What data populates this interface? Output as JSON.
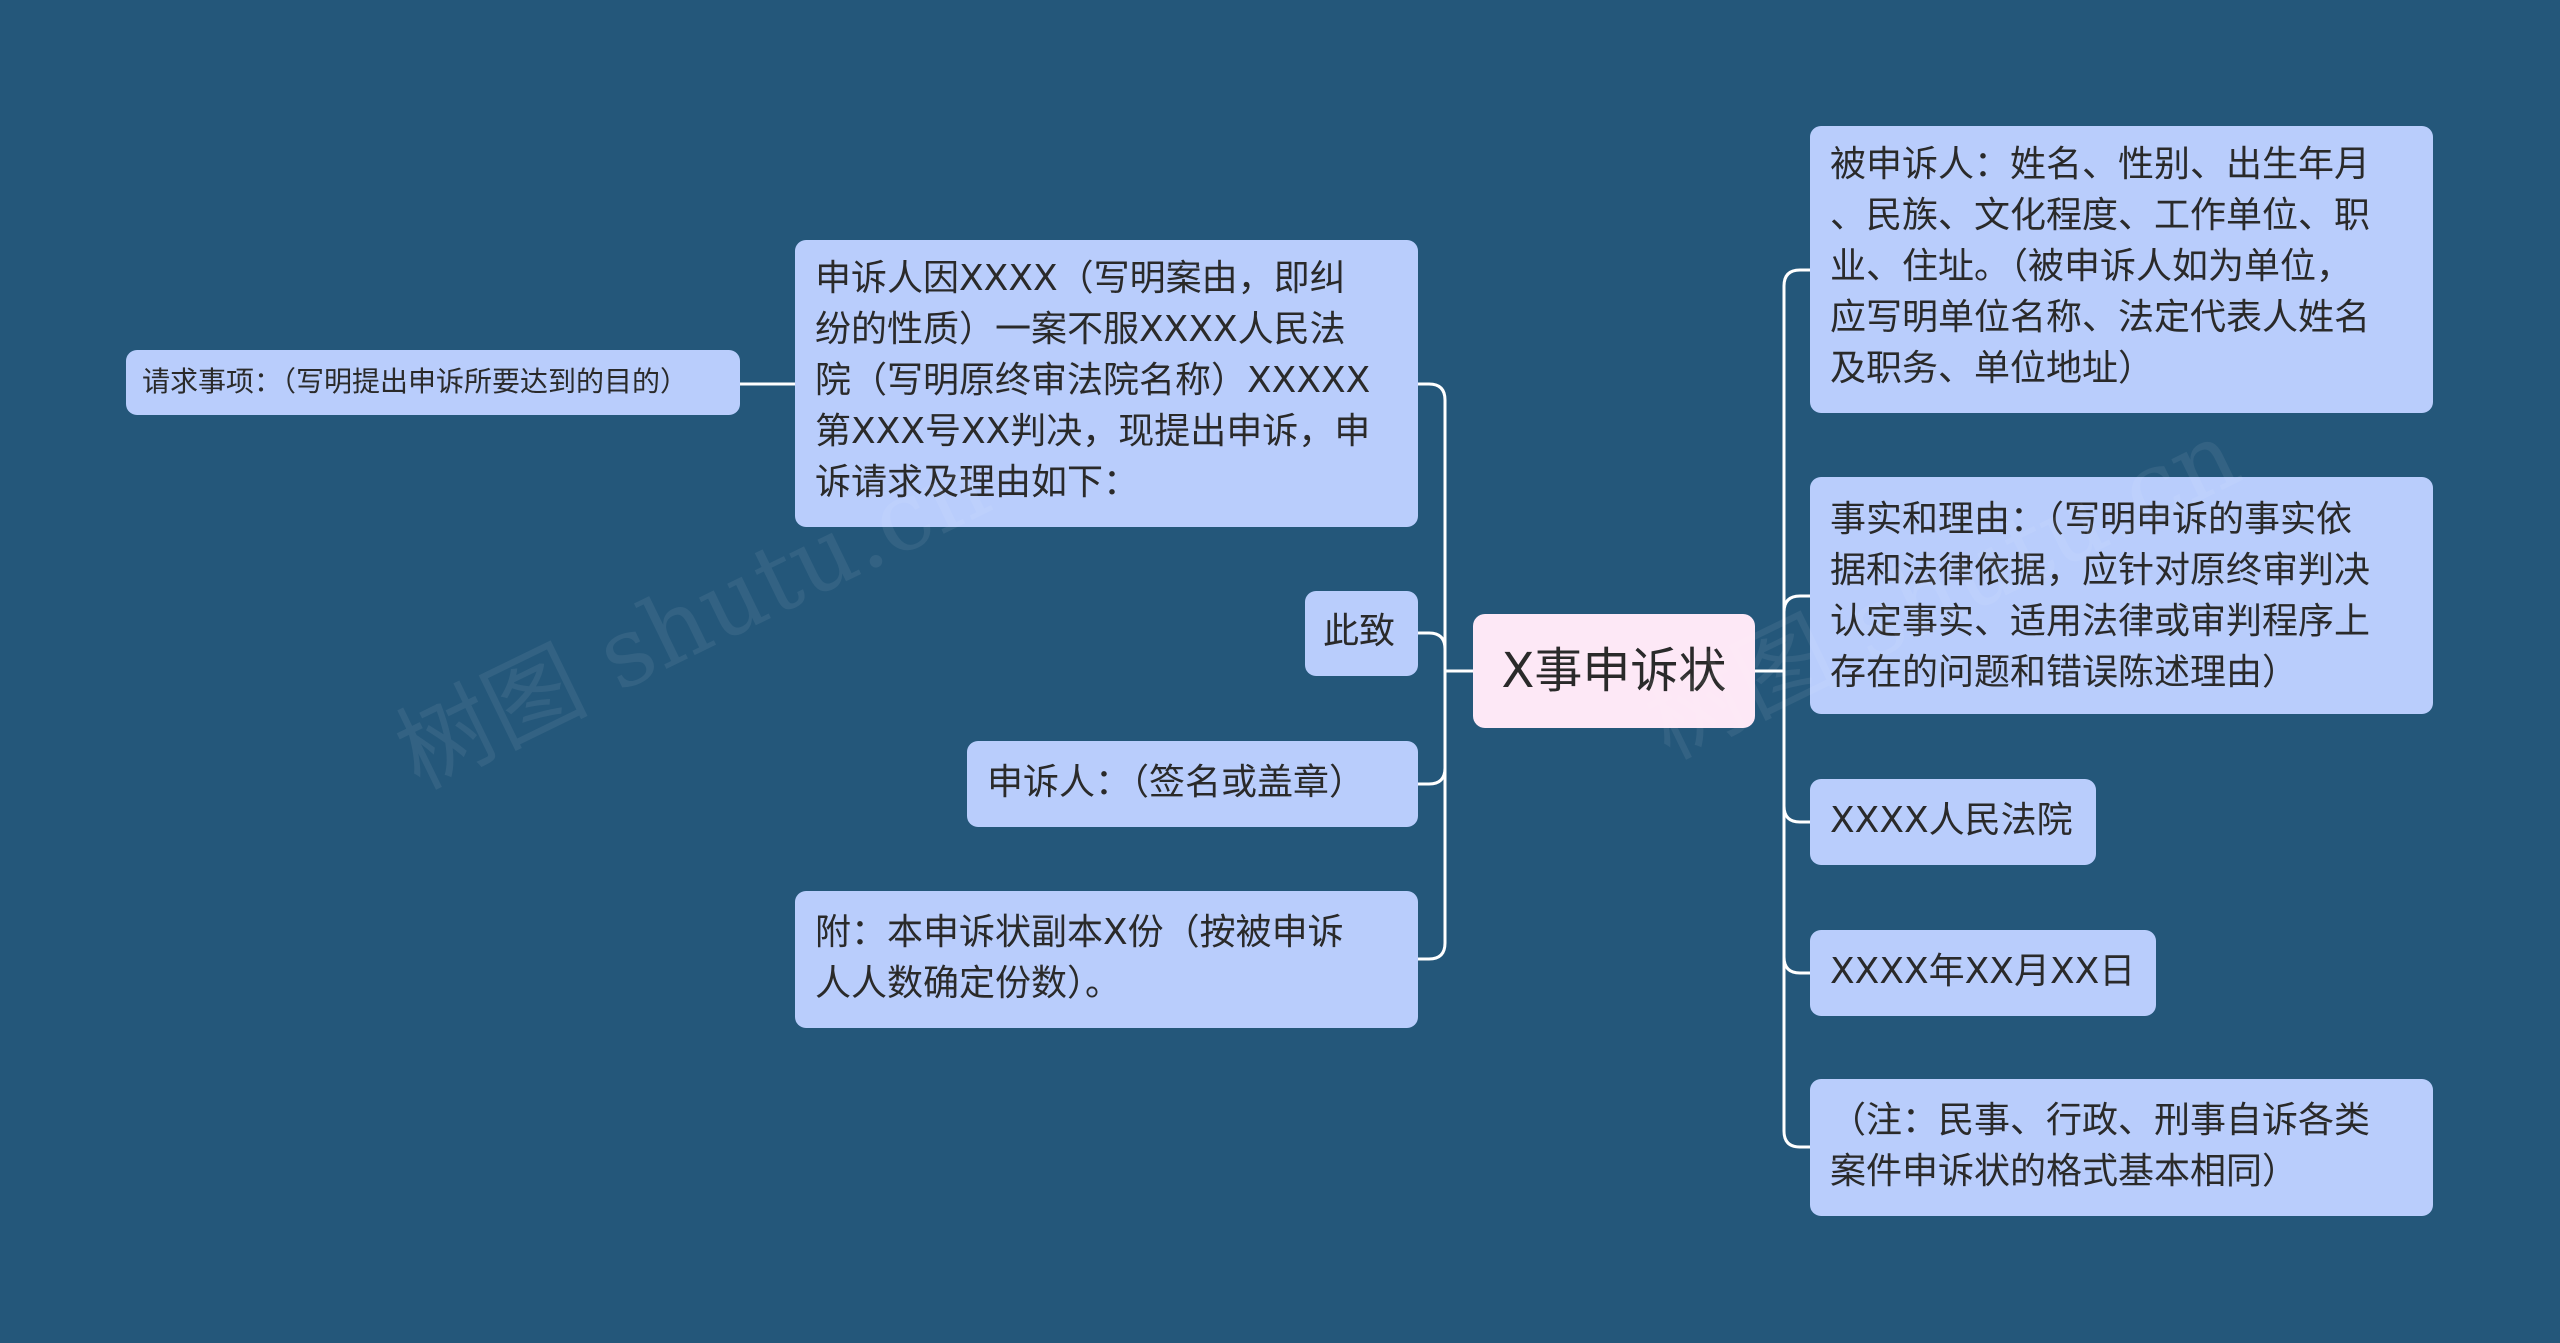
{
  "center": "X事申诉状",
  "left_nodes": [
    "申诉人因XXXX（写明案由，即纠\n纷的性质）一案不服XXXX人民法\n院（写明原终审法院名称）XXXXX\n第XXX号XX判决，现提出申诉，申\n诉请求及理由如下：",
    "此致",
    "申诉人：（签名或盖章）",
    "附：本申诉状副本X份（按被申诉\n人人数确定份数）。"
  ],
  "far_left_node": "请求事项：（写明提出申诉所要达到的目的）",
  "right_nodes": [
    "被申诉人：姓名、性别、出生年月\n、民族、文化程度、工作单位、职\n业、住址。（被申诉人如为单位，\n应写明单位名称、法定代表人姓名\n及职务、单位地址）",
    "事实和理由：（写明申诉的事实依\n据和法律依据，应针对原终审判决\n认定事实、适用法律或审判程序上\n存在的问题和错误陈述理由）",
    "XXXX人民法院",
    "XXXX年XX月XX日",
    "（注：民事、行政、刑事自诉各类\n案件申诉状的格式基本相同）"
  ],
  "watermark": [
    "树图 shutu.cn",
    "树图 shutu.cn"
  ],
  "colors": {
    "background": "#24577a",
    "node": "#b9cdfc",
    "center": "#fde8f6",
    "line": "#ffffff"
  }
}
